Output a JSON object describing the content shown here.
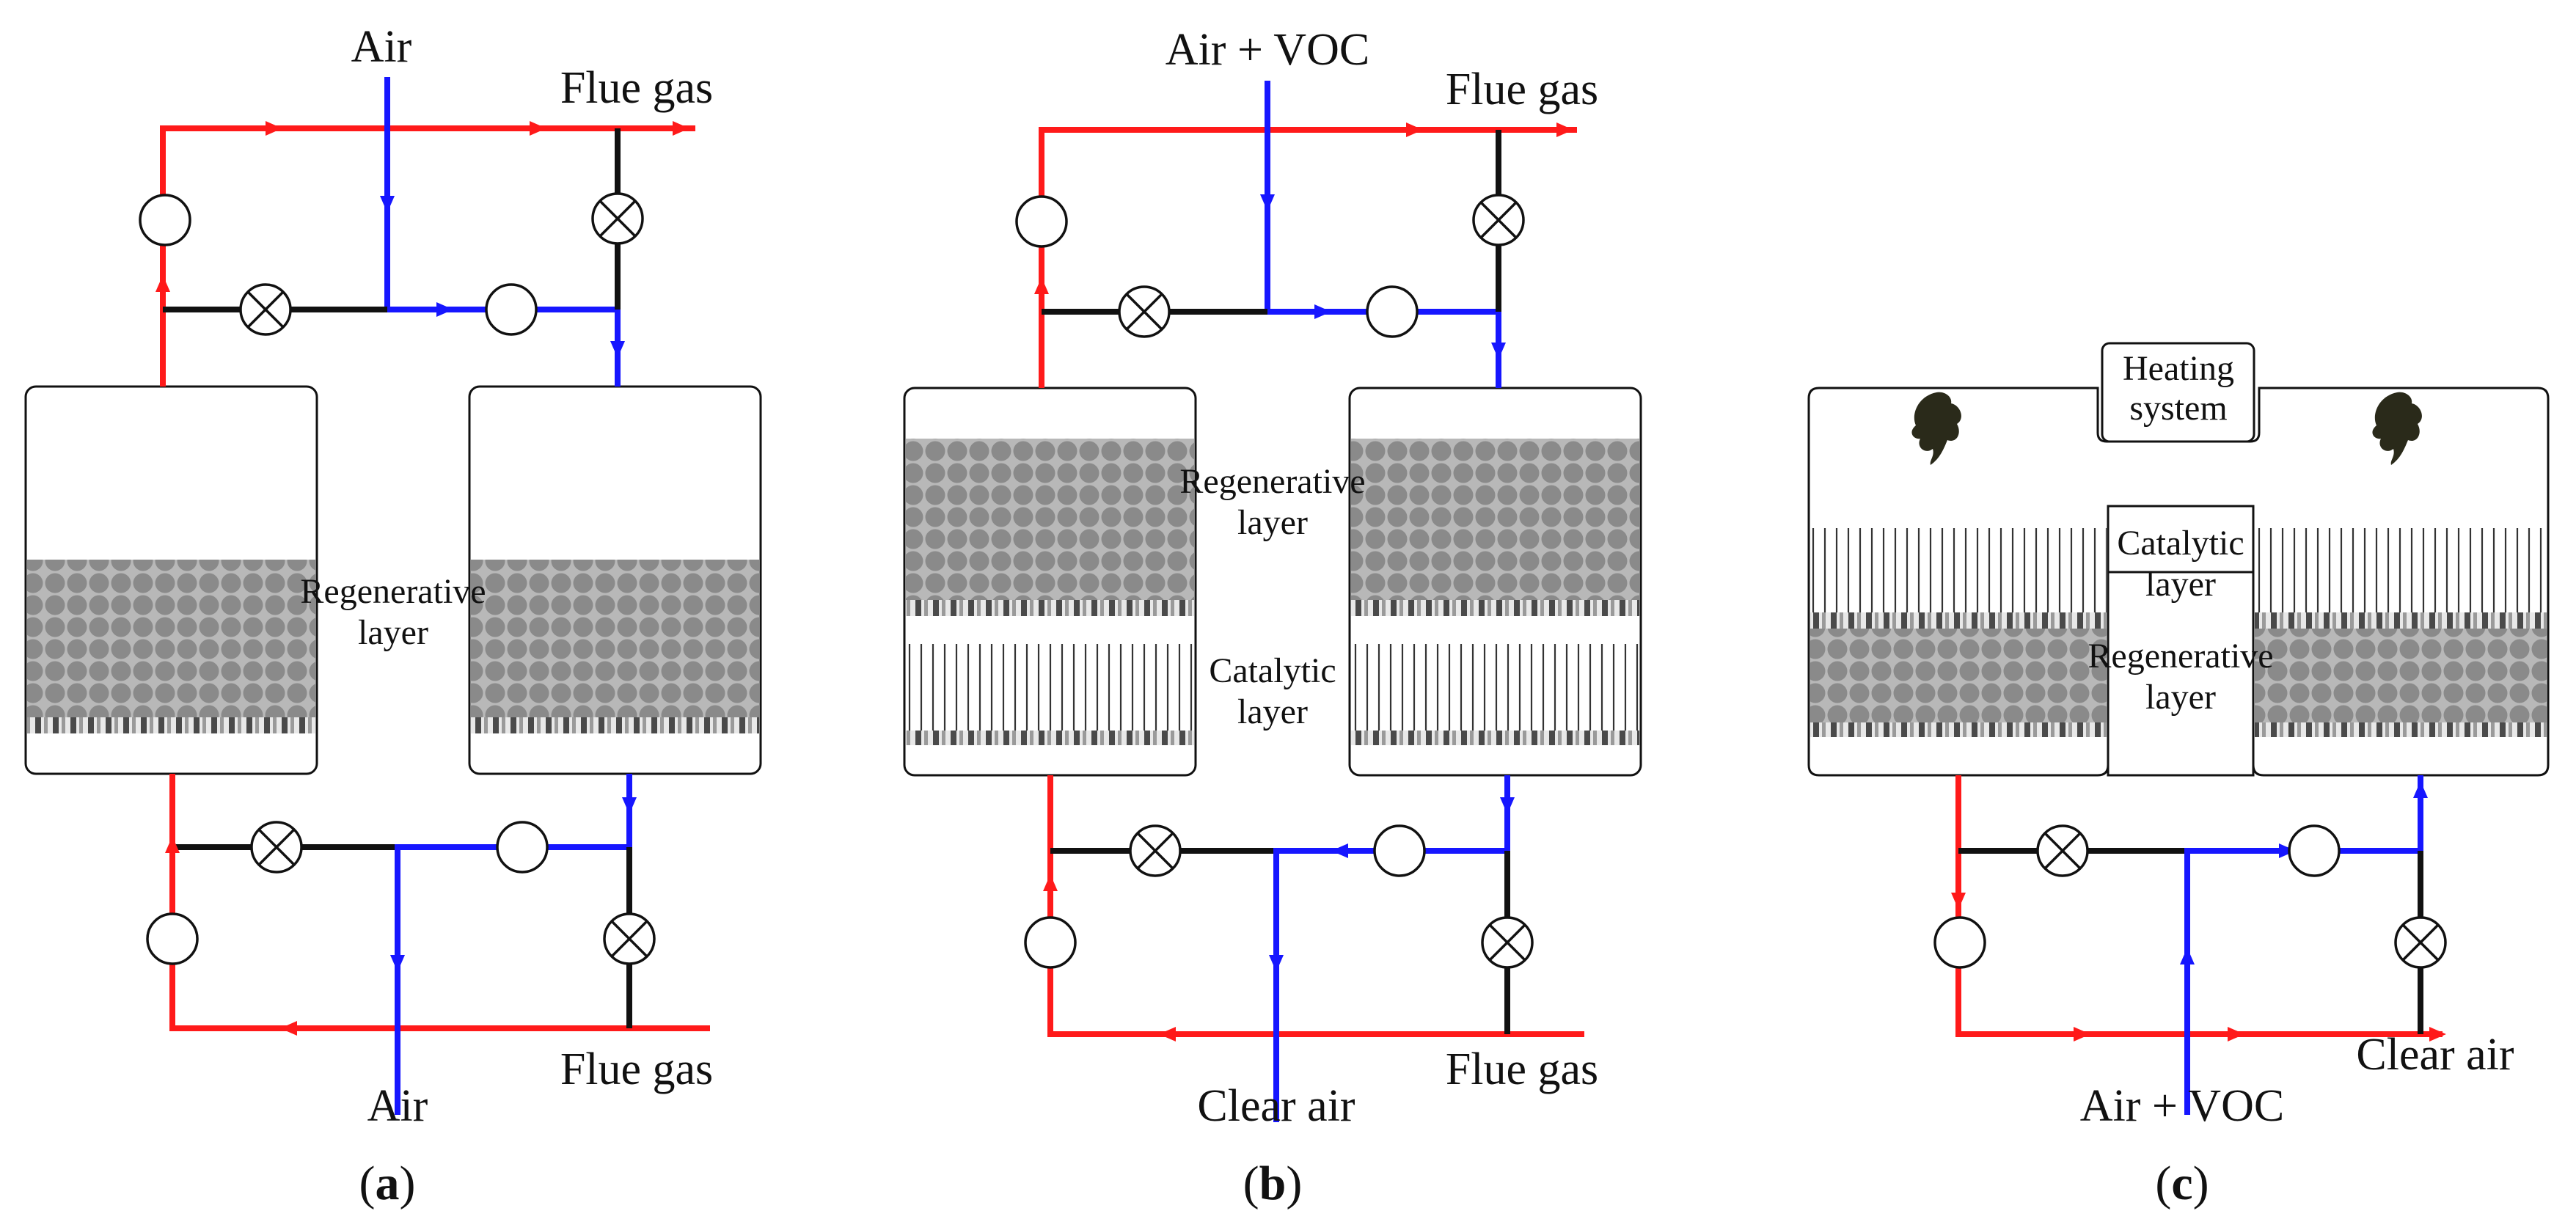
{
  "panels": {
    "a": {
      "caption_letter": "a",
      "top_in_label": "Air",
      "top_out_label": "Flue gas",
      "layer_label_1": "Regenerative",
      "layer_label_2": "layer",
      "bottom_out_label": "Air",
      "bottom_in_label": "Flue gas"
    },
    "b": {
      "caption_letter": "b",
      "top_in_label": "Air + VOC",
      "top_out_label": "Flue gas",
      "regen_label_1": "Regenerative",
      "regen_label_2": "layer",
      "cat_label_1": "Catalytic",
      "cat_label_2": "layer",
      "bottom_out_label": "Clear air",
      "bottom_in_label": "Flue gas"
    },
    "c": {
      "caption_letter": "c",
      "heating_label_1": "Heating",
      "heating_label_2": "system",
      "cat_label_1": "Catalytic",
      "cat_label_2": "layer",
      "regen_label_1": "Regenerative",
      "regen_label_2": "layer",
      "bottom_in_label": "Air + VOC",
      "bottom_out_label": "Clear air"
    }
  },
  "colors": {
    "hot_flow": "#ff1a1a",
    "cold_flow": "#1616ff",
    "neutral_line": "#111111",
    "packing": "#8c8c8c"
  },
  "icons": [
    "open-valve-icon",
    "closed-valve-icon",
    "flow-arrow-icon",
    "burner-flame-icon"
  ]
}
